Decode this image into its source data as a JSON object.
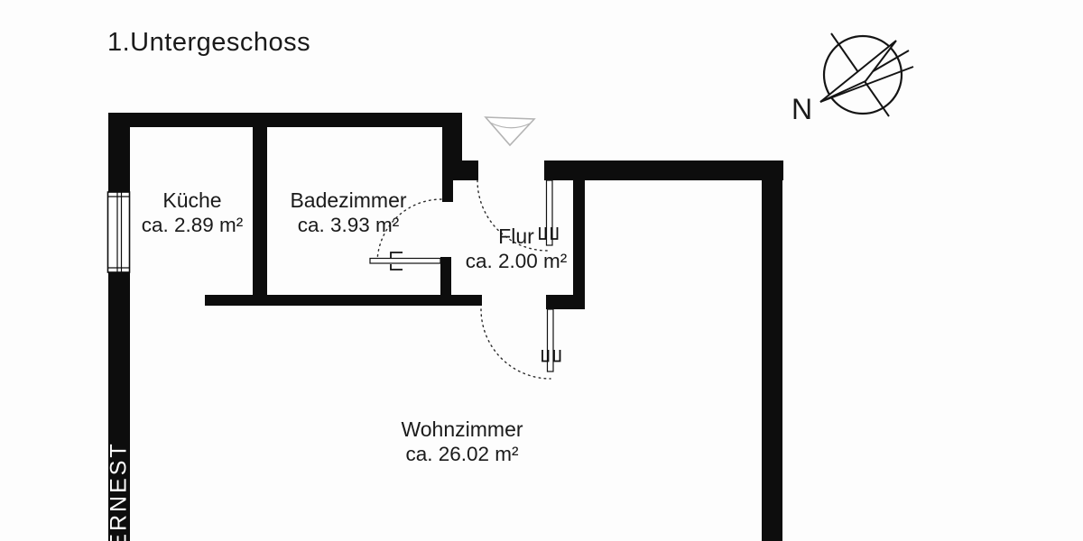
{
  "title": "1.Untergeschoss",
  "compass": {
    "label": "N"
  },
  "watermark": "ERNEST",
  "rooms": [
    {
      "id": "kueche",
      "name": "Küche",
      "area": "ca. 2.89 m²"
    },
    {
      "id": "badezimmer",
      "name": "Badezimmer",
      "area": "ca. 3.93 m²"
    },
    {
      "id": "flur",
      "name": "Flur",
      "area": "ca. 2.00 m²"
    },
    {
      "id": "wohnzimmer",
      "name": "Wohnzimmer",
      "area": "ca. 26.02 m²"
    }
  ],
  "colors": {
    "wall": "#0d0d0d",
    "text": "#1a1a1a",
    "background": "#fdfdfd",
    "watermark_text": "#ffffff",
    "entrance_marker": "#b4b4b4"
  }
}
